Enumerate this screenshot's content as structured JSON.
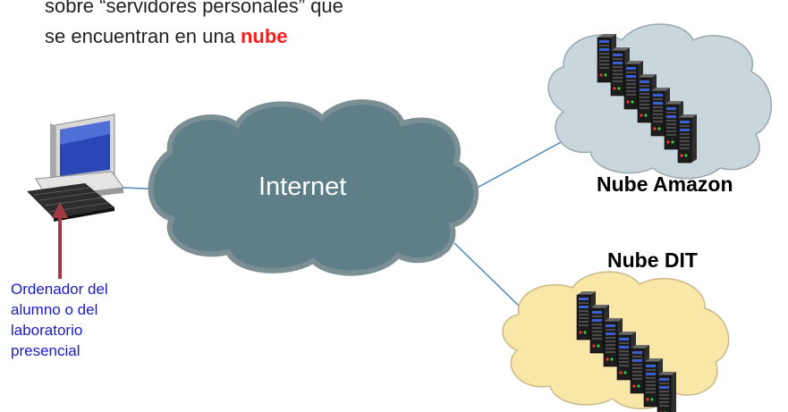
{
  "intro": {
    "line1": "sobre “servidores personales” que",
    "line2_prefix": "se encuentran en una ",
    "line2_highlight": "nube",
    "highlight_color": "#ff1a1a"
  },
  "internet": {
    "label": "Internet",
    "fill": "#5e7f87"
  },
  "amazon": {
    "label": "Nube Amazon",
    "fill": "#c9d6dc"
  },
  "dit": {
    "label": "Nube DIT",
    "fill": "#f8e7a6"
  },
  "computer": {
    "caption": "Ordenador del\nalumno o del\nlaboratorio\npresencial",
    "caption_color": "#1a1acc",
    "arrow_color": "#a23a45"
  },
  "link_color": "#4a86b8"
}
